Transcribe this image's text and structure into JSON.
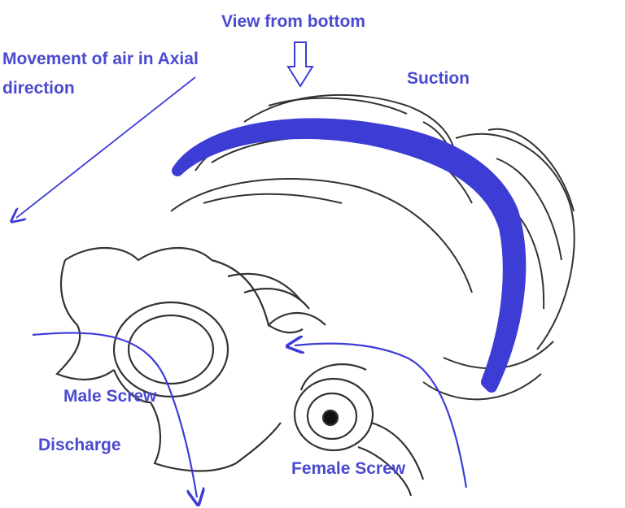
{
  "colors": {
    "accent_blue": "#3d3dd6",
    "label_blue": "#4a4ad0",
    "sketch_line": "#333333",
    "background": "#ffffff"
  },
  "labels": {
    "view_from_bottom": "View from bottom",
    "suction": "Suction",
    "axial_movement": "Movement of air in Axial direction",
    "male_screw": "Male Screw",
    "discharge": "Discharge",
    "female_screw": "Female Screw"
  }
}
